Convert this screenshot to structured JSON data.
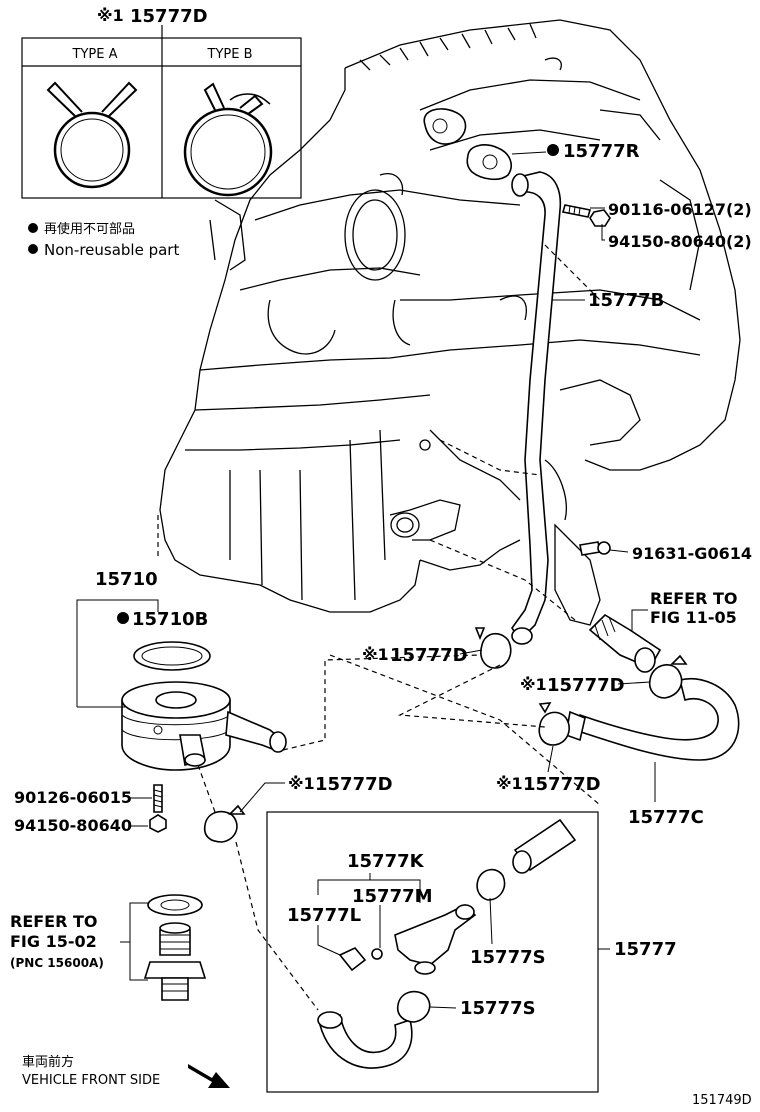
{
  "header_callout": {
    "mark": "※1",
    "part": "15777D"
  },
  "clamp_types": {
    "a": "TYPE A",
    "b": "TYPE B"
  },
  "legend": {
    "jp": "再使用不可部品",
    "en": "Non-reusable part"
  },
  "labels": {
    "p15777R": "15777R",
    "p90116": "90116-06127(2)",
    "p94150a": "94150-80640(2)",
    "p15777B": "15777B",
    "p91631": "91631-G0614",
    "refer1105_a": "REFER TO",
    "refer1105_b": "FIG 11-05",
    "p15710": "15710",
    "p15710B": "15710B",
    "p15777D_1": "15777D",
    "p15777D_2": "15777D",
    "p15777D_3": "15777D",
    "p15777D_4": "15777D",
    "mark": "※1",
    "p15777C": "15777C",
    "p90126": "90126-06015",
    "p94150b": "94150-80640",
    "p15777K": "15777K",
    "p15777M": "15777M",
    "p15777L": "15777L",
    "p15777S_1": "15777S",
    "p15777S_2": "15777S",
    "p15777": "15777",
    "refer1502_a": "REFER TO",
    "refer1502_b": "FIG 15-02",
    "refer1502_c": "(PNC 15600A)",
    "front_jp": "車両前方",
    "front_en": "VEHICLE FRONT SIDE",
    "figure_id": "151749D"
  }
}
